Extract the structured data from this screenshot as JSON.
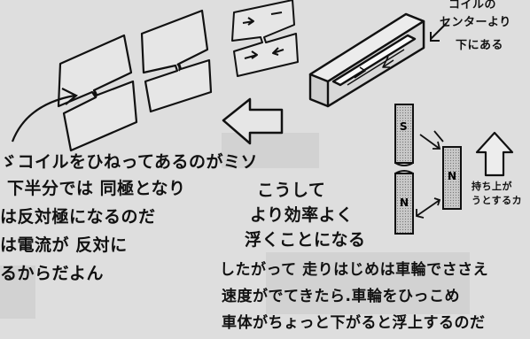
{
  "annotation_top_right": {
    "line1": "コイルの",
    "line2": "センターより",
    "line3": "下にある"
  },
  "explanation_left": {
    "line1": "ゞコイルをひねってあるのがミソ",
    "line2": "下半分では 同極となり",
    "line3": "は反対極になるのだ",
    "line4": "は電流が 反対に",
    "line5": "るからだよん"
  },
  "explanation_center": {
    "line1": "こうして",
    "line2": "より効率よく",
    "line3": "浮くことになる"
  },
  "annotation_lift": {
    "line1": "持ち上が",
    "line2": "うとするカ"
  },
  "explanation_bottom": {
    "line1": "したがって 走りはじめは車輪でささえ",
    "line2": "速度がでてきたら.車輪をひっこめ",
    "line3": "車体がちょっと下がると浮上するのだ"
  },
  "magnet_labels": {
    "upper_south": "S",
    "lower_north": "N",
    "right_north": "N"
  },
  "colors": {
    "paper": "#dedede",
    "ink": "#111111",
    "magnet_fill": "#bfbfbf"
  }
}
